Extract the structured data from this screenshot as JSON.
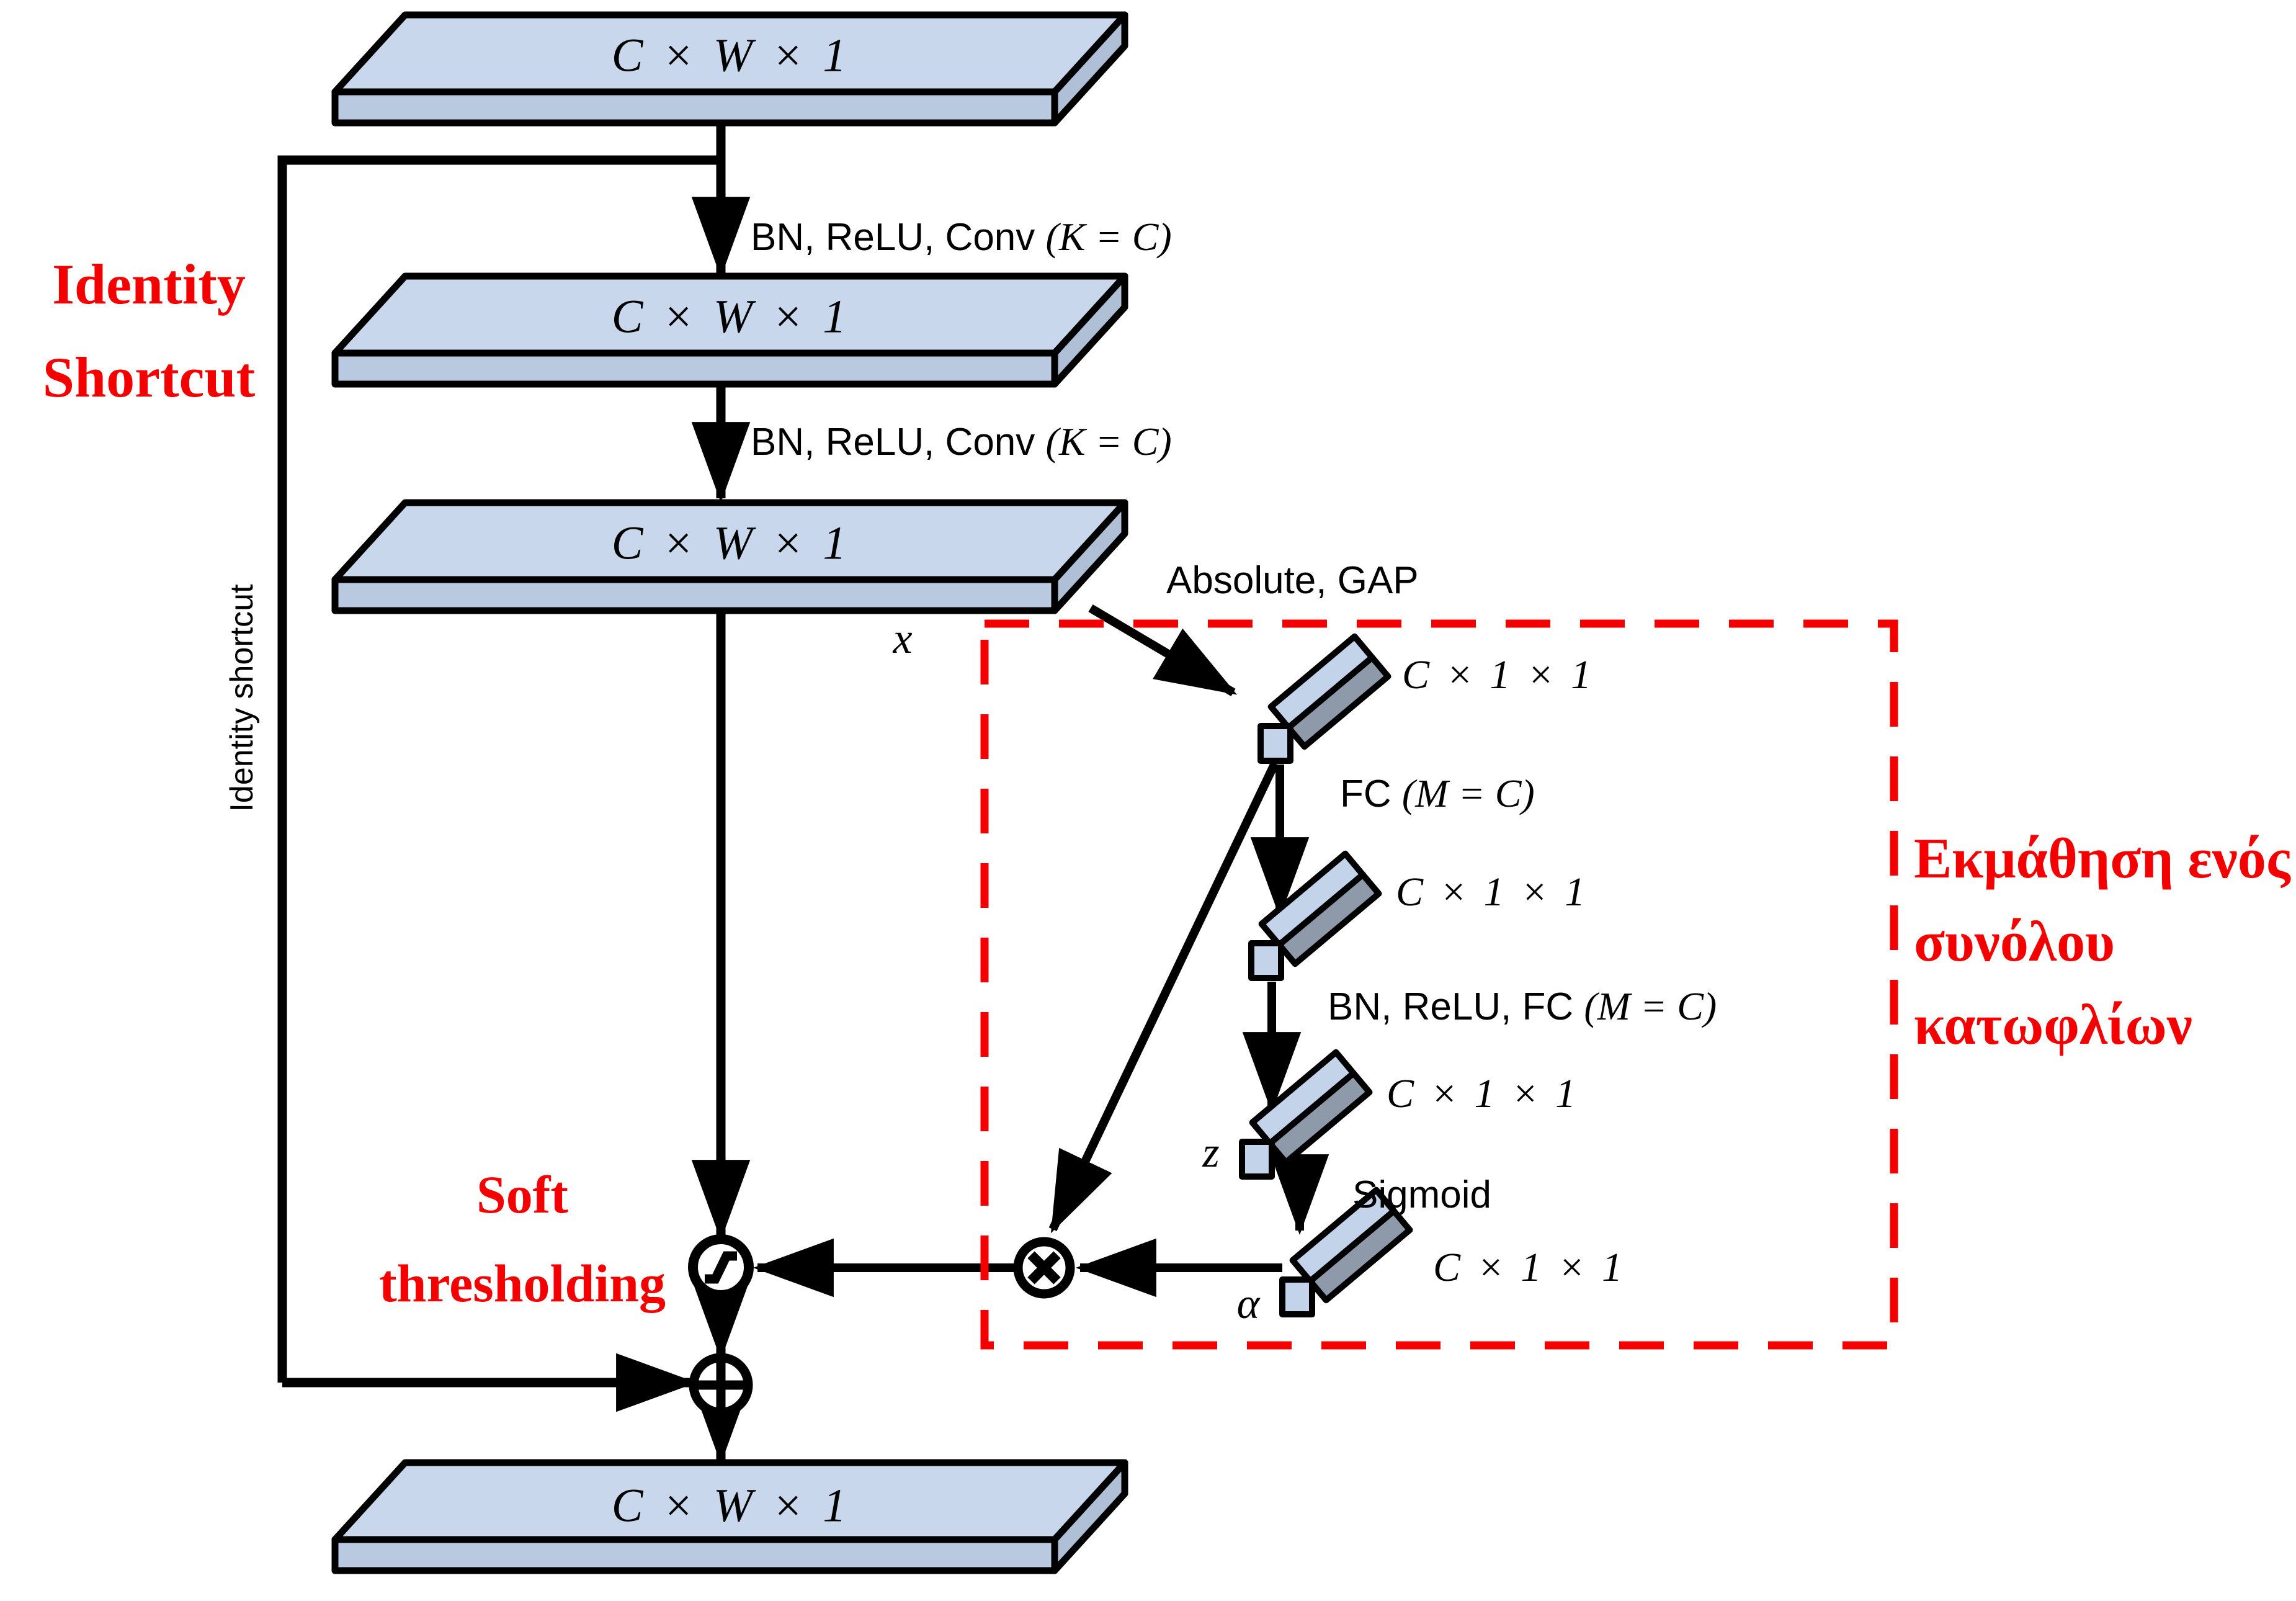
{
  "figure": {
    "description": "Residual shrinkage building block diagram",
    "background": "#ffffff"
  },
  "colors": {
    "slab_top": "#c8d7eb",
    "slab_front": "#b9c9df",
    "slab_side": "#afc0d6",
    "block_light": "#c3d3e9",
    "block_dark": "#8e99a9",
    "outline": "#000000",
    "red_accent": "#f40000"
  },
  "slabs": [
    {
      "label": "C × W × 1"
    },
    {
      "label": "C × W × 1"
    },
    {
      "label": "C × W × 1"
    },
    {
      "label": "C × W × 1"
    }
  ],
  "vectors": [
    {
      "label": "C × 1 × 1"
    },
    {
      "label": "C × 1 × 1"
    },
    {
      "label": "C × 1 × 1"
    },
    {
      "label": "C × 1 × 1"
    }
  ],
  "flow": {
    "conv1": {
      "text": "BN, ReLU, Conv ",
      "math": "(K = C)"
    },
    "conv2": {
      "text": "BN, ReLU, Conv ",
      "math": "(K = C)"
    },
    "absolute_gap": "Absolute, GAP",
    "fc": {
      "text": "FC ",
      "math": "(M = C)"
    },
    "bn_relu_fc": {
      "text": "BN, ReLU, FC ",
      "math": "(M = C)"
    },
    "sigmoid": "Sigmoid"
  },
  "math_vars": {
    "x": "x",
    "z": "z",
    "alpha": "α"
  },
  "operators": {
    "multiply_symbol": "⊗",
    "add_symbol": "⊕",
    "soft_threshold_symbol": "soft-threshold-curve"
  },
  "annotations": {
    "identity_shortcut_red": [
      "Identity",
      "Shortcut"
    ],
    "identity_shortcut_vertical": "Identity shortcut",
    "soft_thresholding": [
      "Soft",
      "thresholding"
    ],
    "threshold_learning_greek": [
      "Εκμάθηση ενός",
      "συνόλου",
      "κατωφλίων"
    ]
  }
}
